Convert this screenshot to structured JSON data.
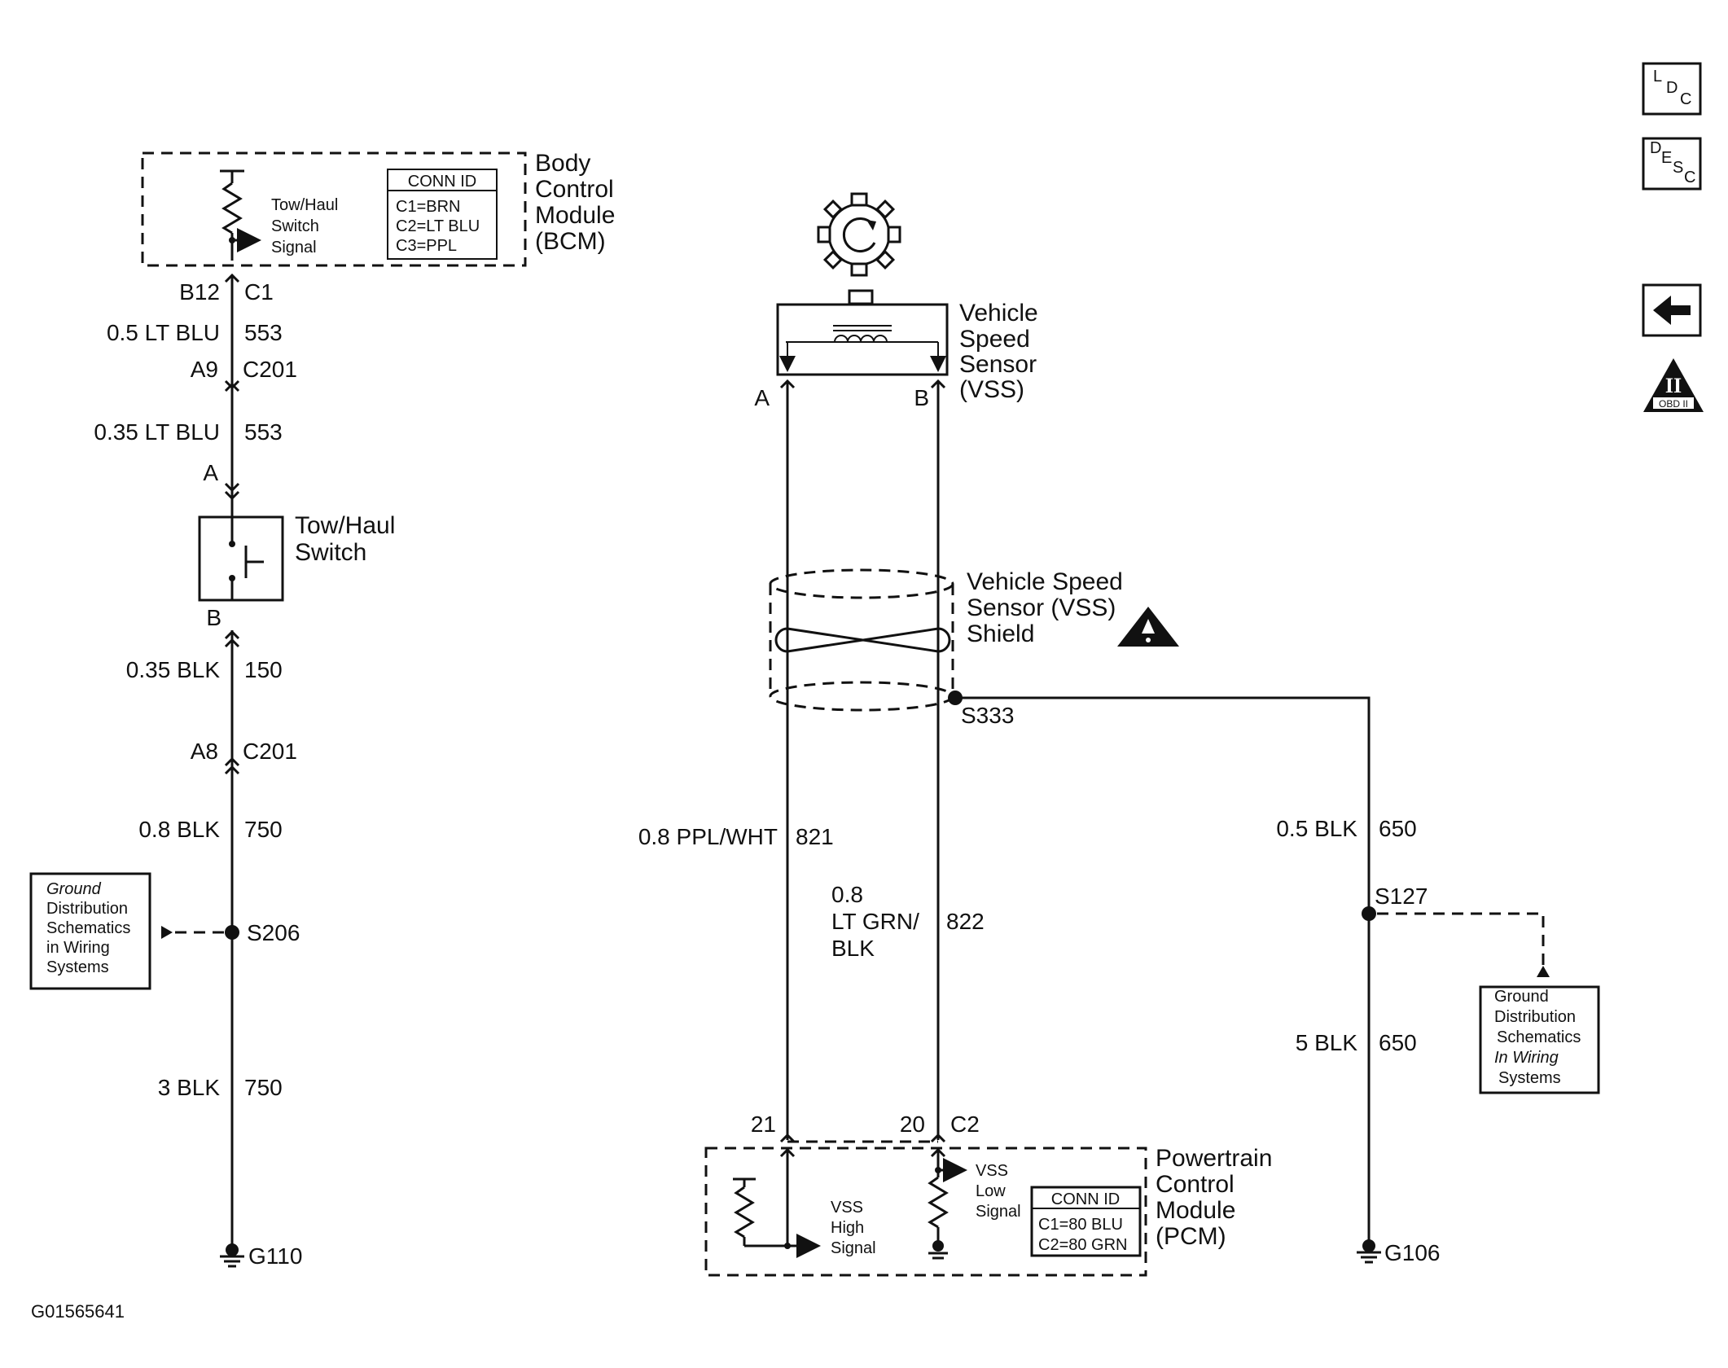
{
  "bcm": {
    "name": [
      "Body",
      "Control",
      "Module",
      "(BCM)"
    ],
    "signal": [
      "Tow/Haul",
      "Switch",
      "Signal"
    ],
    "conn": {
      "title": "CONN ID",
      "rows": [
        "C1=BRN",
        "C2=LT BLU",
        "C3=PPL"
      ]
    }
  },
  "left_circuit": {
    "b12": "B12",
    "c1": "C1",
    "w1_gauge": "0.5 LT BLU",
    "w1_num": "553",
    "a9": "A9",
    "c201_top": "C201",
    "w2_gauge": "0.35 LT BLU",
    "w2_num": "553",
    "pin_a": "A",
    "pin_b": "B",
    "switch_name": [
      "Tow/Haul",
      "Switch"
    ],
    "w3_gauge": "0.35 BLK",
    "w3_num": "150",
    "a8": "A8",
    "c201_bot": "C201",
    "w4_gauge": "0.8 BLK",
    "w4_num": "750",
    "splice": "S206",
    "w5_gauge": "3 BLK",
    "w5_num": "750",
    "ground": "G110"
  },
  "ref_left": [
    "Ground",
    "Distribution",
    "Schematics",
    "in Wiring",
    "Systems"
  ],
  "vss": {
    "name": [
      "Vehicle",
      "Speed",
      "Sensor",
      "(VSS)"
    ],
    "pin_a": "A",
    "pin_b": "B",
    "shield": [
      "Vehicle Speed",
      "Sensor (VSS)",
      "Shield"
    ],
    "s333": "S333"
  },
  "center_circuit": {
    "w821_gauge": "0.8 PPL/WHT",
    "w821_num": "821",
    "w822_gauge": [
      "0.8",
      "LT GRN/",
      "BLK"
    ],
    "w822_num": "822",
    "pin21": "21",
    "pin20": "20",
    "c2": "C2"
  },
  "right_circuit": {
    "w1_gauge": "0.5 BLK",
    "w1_num": "650",
    "splice": "S127",
    "w2_gauge": "5 BLK",
    "w2_num": "650",
    "ground": "G106"
  },
  "ref_right": [
    "Ground",
    "Distribution",
    "Schematics",
    "In Wiring",
    "Systems"
  ],
  "pcm": {
    "name": [
      "Powertrain",
      "Control",
      "Module",
      "(PCM)"
    ],
    "high": [
      "VSS",
      "High",
      "Signal"
    ],
    "low": [
      "VSS",
      "Low",
      "Signal"
    ],
    "conn": {
      "title": "CONN ID",
      "rows": [
        "C1=80 BLU",
        "C2=80 GRN"
      ]
    }
  },
  "nav": {
    "ldc": [
      "L",
      "D",
      "C"
    ],
    "desc": [
      "D",
      "E",
      "S",
      "C"
    ],
    "obd": "OBD II",
    "obd_roman": "II"
  },
  "figure_id": "G01565641"
}
